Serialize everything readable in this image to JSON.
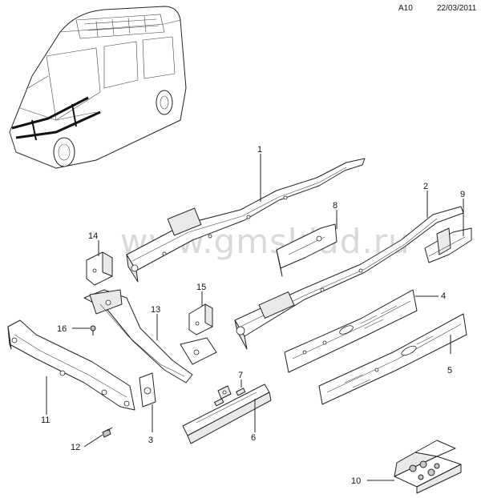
{
  "header": {
    "ref": "A10",
    "date": "22/03/2011"
  },
  "watermark": "www.gmsklad.ru",
  "labels": {
    "p1": "1",
    "p2": "2",
    "p3": "3",
    "p4": "4",
    "p5": "5",
    "p6": "6",
    "p7": "7",
    "p8": "8",
    "p9": "9",
    "p10": "10",
    "p11": "11",
    "p12": "12",
    "p13": "13",
    "p14": "14",
    "p15": "15",
    "p16": "16"
  }
}
